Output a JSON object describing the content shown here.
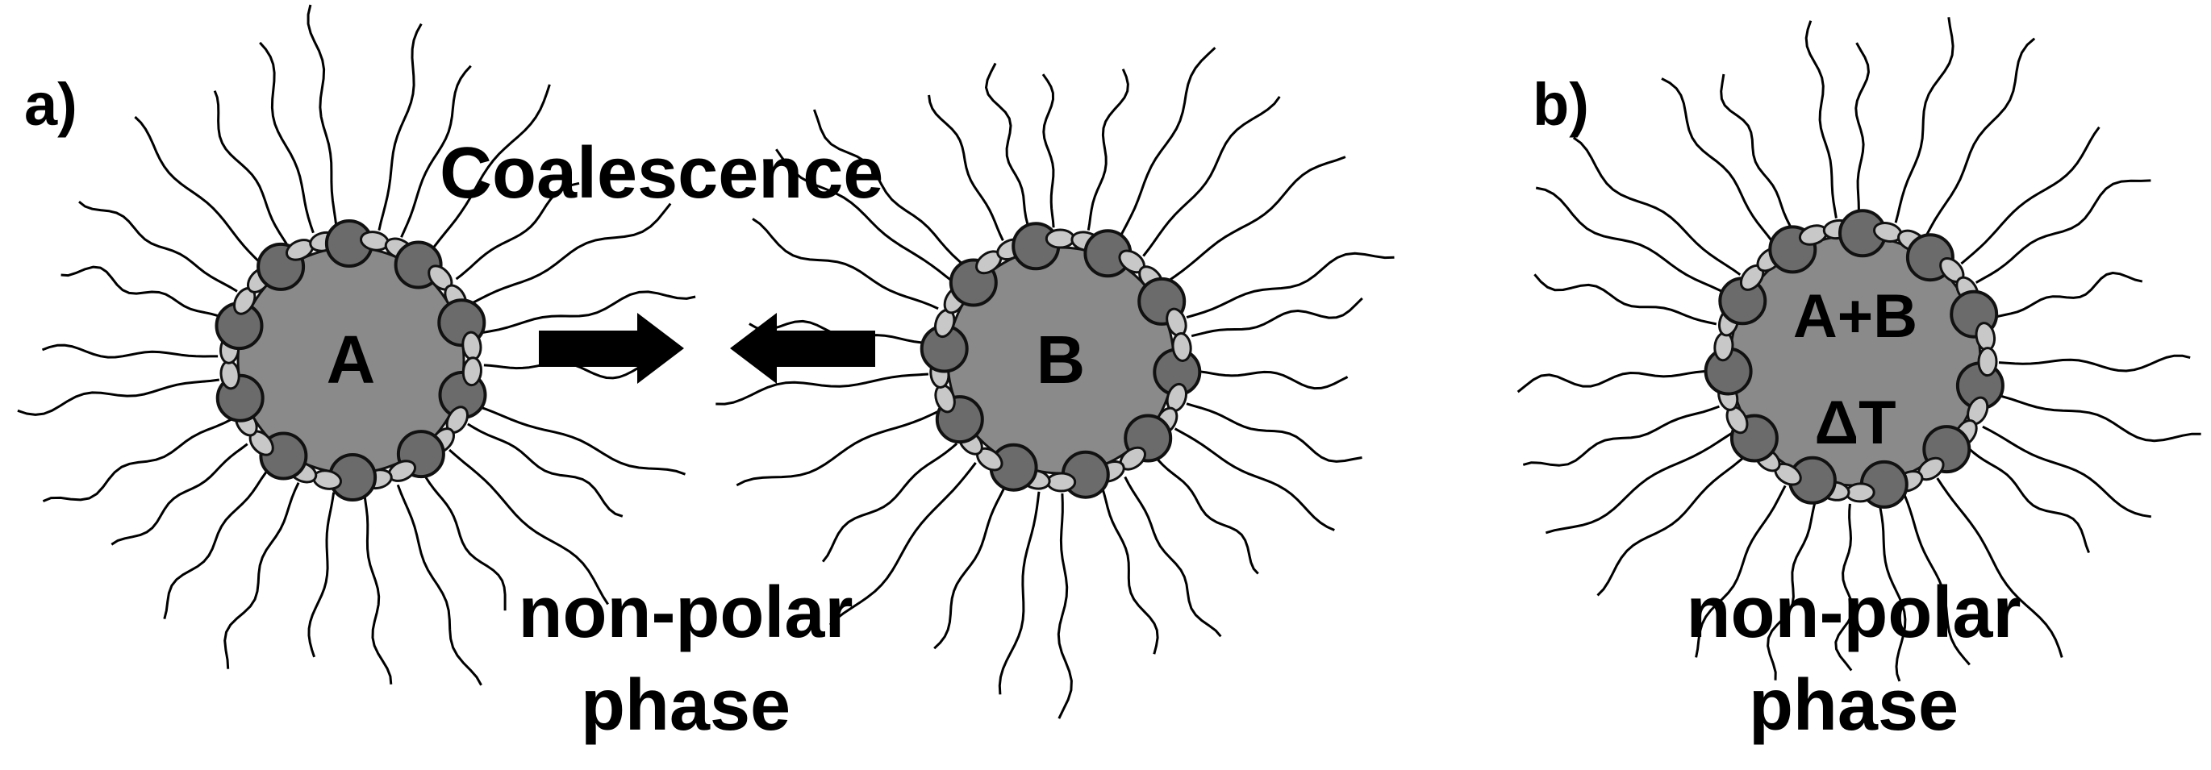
{
  "panels": [
    {
      "id": "a",
      "label": "a)"
    },
    {
      "id": "b",
      "label": "b)"
    }
  ],
  "process_label": "Coalescence",
  "phase_label": {
    "line1": "non-polar",
    "line2": "phase"
  },
  "droplets": [
    {
      "id": "A",
      "label": "A"
    },
    {
      "id": "B",
      "label": "B"
    },
    {
      "id": "AB",
      "label": "A+B",
      "sublabel": "ΔT"
    }
  ],
  "colors": {
    "core": "#8a8a8a",
    "head_large": "#6b6b6b",
    "head_small": "#c8c8c8",
    "outline": "#111111",
    "tail": "#000000",
    "arrow": "#000000"
  }
}
